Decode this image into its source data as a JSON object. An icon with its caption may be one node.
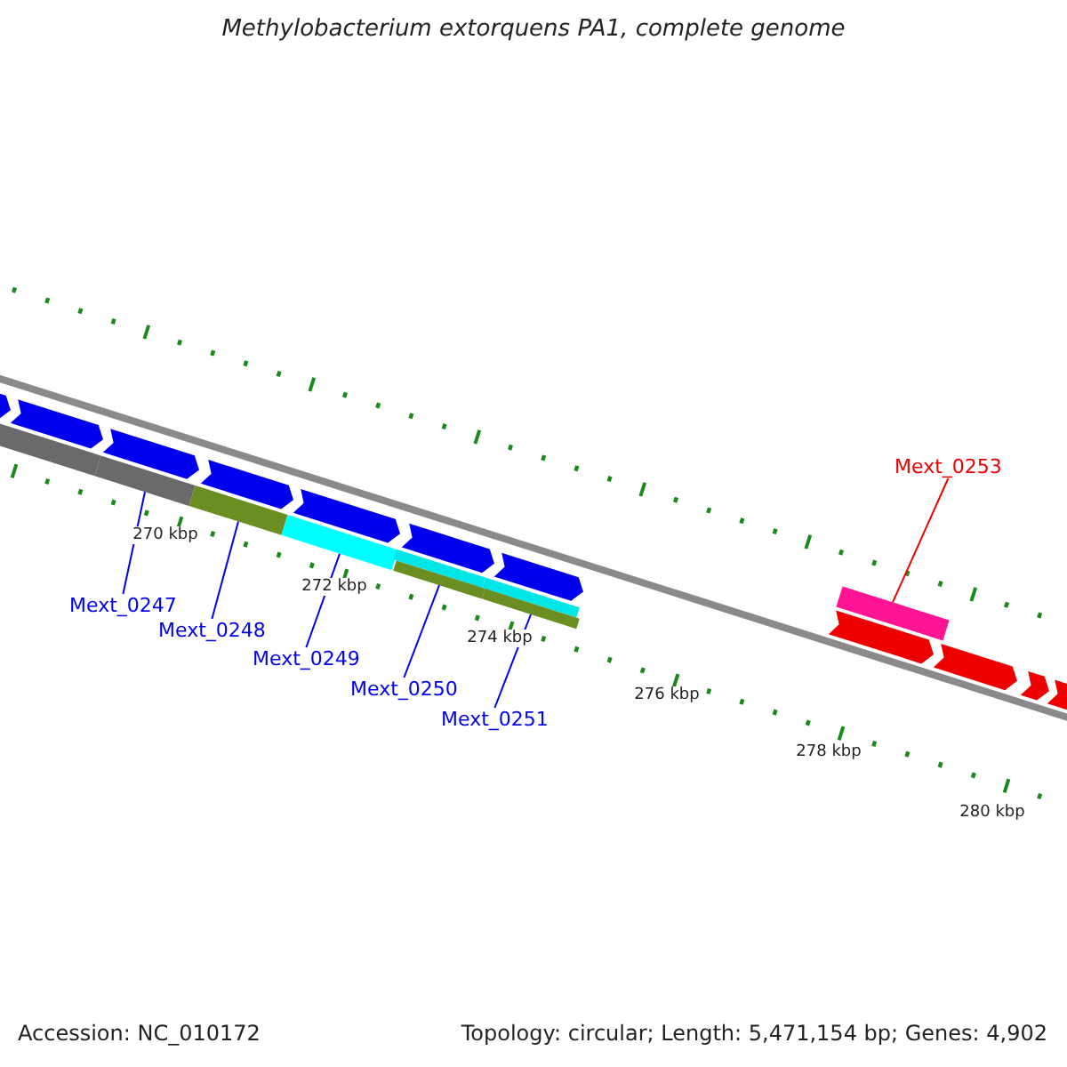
{
  "diagram": {
    "title": "Methylobacterium extorquens PA1, complete genome",
    "nodes": [
      {
        "text": [
          "Mext_0247"
        ]
      },
      {
        "text": [],
        "shape": "bar"
      },
      {
        "text": [
          "Mext_0248"
        ]
      },
      {
        "text": [],
        "shape": "bar"
      },
      {
        "text": [
          "Mext_0249"
        ]
      },
      {
        "text": [],
        "shape": "bar"
      },
      {
        "text": [
          "Mext_0250"
        ]
      },
      {
        "text": [],
        "shape": "bar"
      },
      {
        "text": [
          "Mext_0251"
        ]
      },
      {
        "text": [],
        "shape": "bar"
      },
      {
        "text": [
          "Mext_0253"
        ]
      },
      {
        "text": [],
        "shape": "bar"
      },
      {
        "text": [],
        "shape": "bar"
      },
      {
        "text": [],
        "shape": "bar"
      },
      {
        "text": [],
        "shape": "bar"
      },
      {
        "text": [],
        "shape": "bar"
      },
      {
        "text": [],
        "shape": "bar"
      },
      {
        "text": [],
        "shape": "bar"
      },
      {
        "text": [],
        "shape": "bar"
      },
      {
        "text": [],
        "shape": "bar"
      },
      {
        "text": [],
        "shape": "bar"
      },
      {
        "text": [],
        "shape": "bar"
      },
      {
        "text": [],
        "shape": "bar"
      },
      {
        "text": [],
        "shape": "bar"
      }
    ],
    "edges": [
      {
        "from": 0,
        "to": 1,
        "arrow": "none"
      },
      {
        "from": 2,
        "to": 3,
        "arrow": "none"
      },
      {
        "from": 4,
        "to": 5,
        "arrow": "none"
      },
      {
        "from": 6,
        "to": 7,
        "arrow": "none"
      },
      {
        "from": 8,
        "to": 9,
        "arrow": "none"
      },
      {
        "from": 10,
        "to": 11,
        "arrow": "none",
        "color": "#ee0000"
      }
    ],
    "labels": [
      "270 kbp",
      "272 kbp",
      "274 kbp",
      "276 kbp",
      "278 kbp",
      "280 kbp",
      "Accession: NC_010172",
      "Topology: circular; Length: 5,471,154 bp; Genes: 4,902"
    ]
  }
}
